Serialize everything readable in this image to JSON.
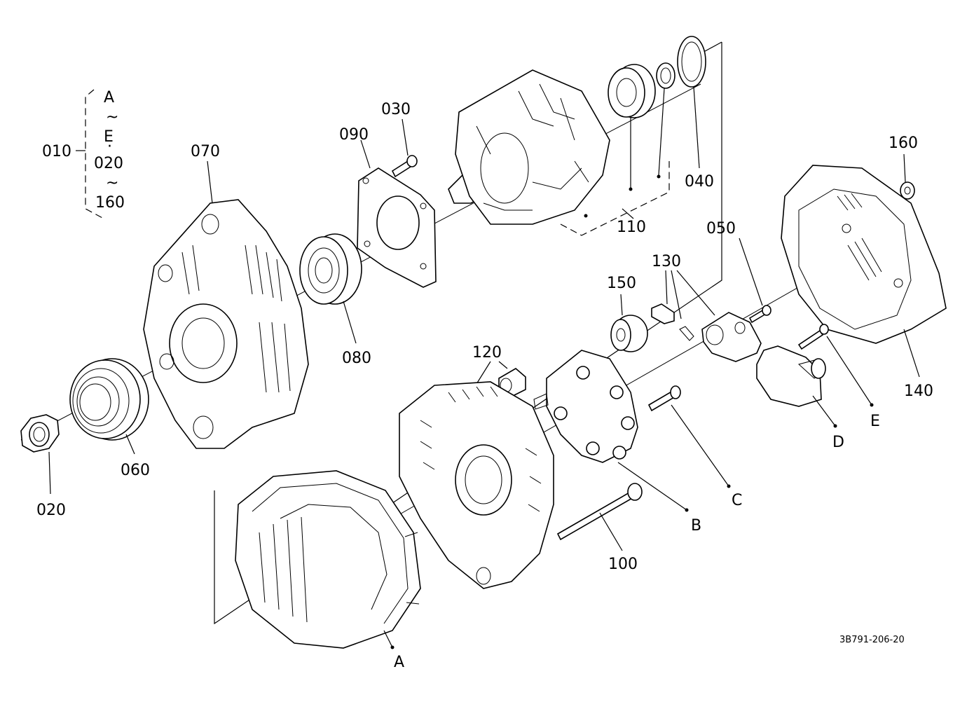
{
  "diagram": {
    "drawing_code": "3B791-206-20",
    "assembly": {
      "number": "010",
      "range": [
        "A",
        "~",
        "E",
        "·",
        "020",
        "~",
        "160"
      ]
    },
    "part_labels": {
      "p020": "020",
      "p030": "030",
      "p040": "040",
      "p050": "050",
      "p060": "060",
      "p070": "070",
      "p080": "080",
      "p090": "090",
      "p100": "100",
      "p110": "110",
      "p120": "120",
      "p130": "130",
      "p140": "140",
      "p150": "150",
      "p160": "160"
    },
    "letter_labels": {
      "A": "A",
      "B": "B",
      "C": "C",
      "D": "D",
      "E": "E"
    }
  }
}
